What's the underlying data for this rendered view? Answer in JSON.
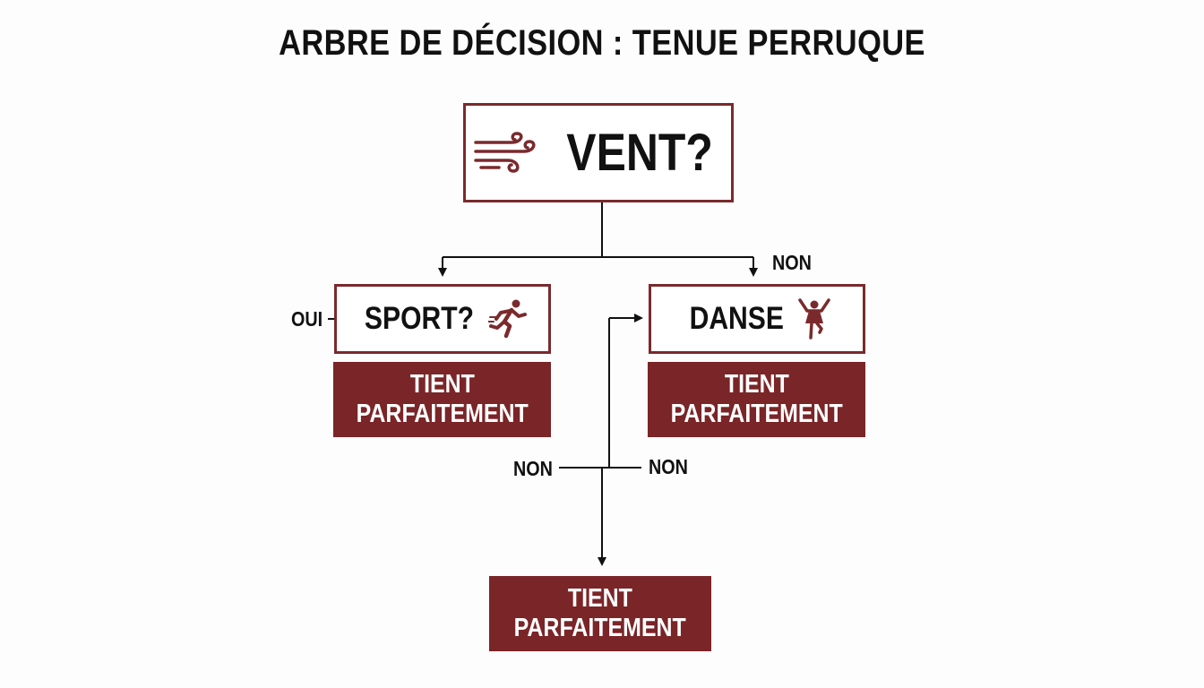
{
  "title": "ARBRE DE DÉCISION : TENUE PERRUQUE",
  "nodes": {
    "root": {
      "label": "VENT?",
      "icon": "wind-icon"
    },
    "sport": {
      "label": "SPORT?",
      "icon": "runner-icon"
    },
    "danse": {
      "label": "DANSE",
      "icon": "dancer-icon"
    }
  },
  "results": {
    "sport": {
      "line1": "TIENT",
      "line2": "PARFAITEMENT"
    },
    "danse": {
      "line1": "TIENT",
      "line2": "PARFAITEMENT"
    },
    "bottom": {
      "line1": "TIENT",
      "line2": "PARFAITEMENT"
    }
  },
  "edge_labels": {
    "oui": "OUI",
    "non_top": "NON",
    "non_left": "NON",
    "non_right": "NON"
  },
  "colors": {
    "accent": "#7a2528",
    "border": "#7a2a2d",
    "line": "#111111",
    "background": "#fdfdfd"
  }
}
